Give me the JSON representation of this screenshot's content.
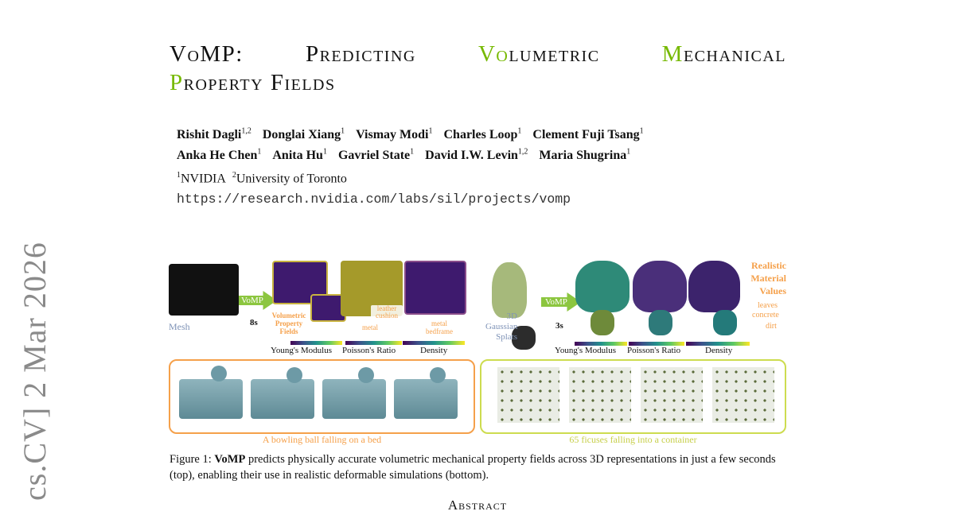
{
  "arxiv_stamp": "cs.CV]  2 Mar 2026",
  "title": {
    "w1": "VoMP:",
    "w2": "Predicting",
    "w3a": "Vo",
    "w3b": "lumetric",
    "w4a": "M",
    "w4b": "echanical",
    "w5a": "P",
    "w5b": "roperty Fields"
  },
  "authors": {
    "line1": [
      {
        "name": "Rishit Dagli",
        "sup": "1,2"
      },
      {
        "name": "Donglai Xiang",
        "sup": "1"
      },
      {
        "name": "Vismay Modi",
        "sup": "1"
      },
      {
        "name": "Charles Loop",
        "sup": "1"
      },
      {
        "name": "Clement Fuji Tsang",
        "sup": "1"
      }
    ],
    "line2": [
      {
        "name": "Anka He Chen",
        "sup": "1"
      },
      {
        "name": "Anita Hu",
        "sup": "1"
      },
      {
        "name": "Gavriel State",
        "sup": "1"
      },
      {
        "name": "David I.W. Levin",
        "sup": "1,2"
      },
      {
        "name": "Maria Shugrina",
        "sup": "1"
      }
    ]
  },
  "affiliations": {
    "s1": "1",
    "a1": "NVIDIA",
    "s2": "2",
    "a2": "University of Toronto"
  },
  "url": "https://research.nvidia.com/labs/sil/projects/vomp",
  "figure": {
    "mesh": "Mesh",
    "vomp": "VoMP",
    "time1": "8s",
    "vpf": "Volumetric Property Fields",
    "metal": "metal",
    "leather": "leather cushion",
    "bedframe": "metal bedframe",
    "cb1": "Young's Modulus",
    "cb2": "Poisson's Ratio",
    "cb3": "Density",
    "gs": "3D Gaussian Splats",
    "time2": "3s",
    "rmv": "Realistic Material Values",
    "leaves": "leaves",
    "concrete": "concrete",
    "dirt": "dirt",
    "bottom_left": "A bowling ball falling on a bed",
    "bottom_right": "65 ficuses falling into a container"
  },
  "caption": {
    "prefix": "Figure 1: ",
    "bold": "VoMP",
    "text": " predicts physically accurate volumetric mechanical property fields across 3D representations in just a few seconds (top), enabling their use in realistic deformable simulations (bottom)."
  },
  "abstract_heading": "Abstract"
}
